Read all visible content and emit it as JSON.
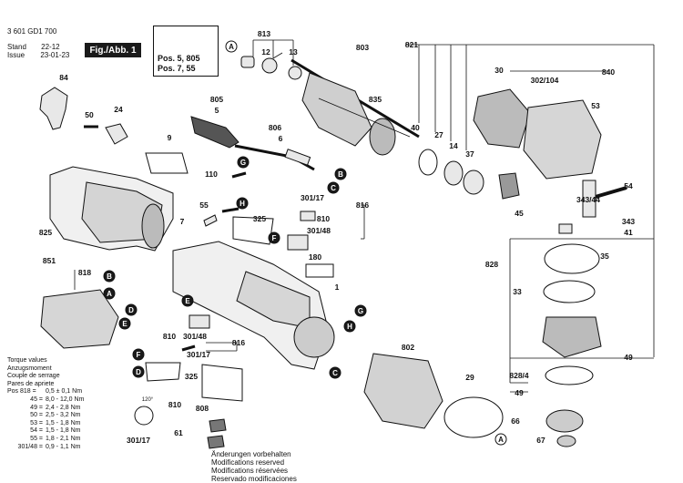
{
  "header": {
    "doc_number": "3 601 GD1 700",
    "stand_label": "Stand",
    "issue_label": "Issue",
    "stand_value": "22-12",
    "issue_value": "23-01-23"
  },
  "fig_label": "Fig./Abb. 1",
  "warning_box": {
    "line1": "Pos. 5, 805",
    "line2": "Pos. 7, 55"
  },
  "torque": {
    "title_lines": [
      "Torque values",
      "Anzugsmoment",
      "Couple de serrage",
      "Pares de apriete"
    ],
    "rows": [
      {
        "pos": "Pos 818 =",
        "val": "0,5 ± 0,1 Nm"
      },
      {
        "pos": "45 =",
        "val": "8,0 - 12,0 Nm"
      },
      {
        "pos": "49 =",
        "val": "2,4 - 2,8 Nm"
      },
      {
        "pos": "50 =",
        "val": "2,5 - 3,2 Nm"
      },
      {
        "pos": "53 =",
        "val": "1,5 - 1,8 Nm"
      },
      {
        "pos": "54 =",
        "val": "1,5 - 1,8 Nm"
      },
      {
        "pos": "55 =",
        "val": "1,8 - 2,1 Nm"
      },
      {
        "pos": "301/48 =",
        "val": "0,9 - 1,1 Nm"
      }
    ]
  },
  "notice_lines": [
    "Änderungen vorbehalten",
    "Modifications reserved",
    "Modifications réservées",
    "Reservado modificaciones"
  ],
  "angle_label": "120°",
  "part_labels": [
    {
      "text": "84"
    },
    {
      "text": "50"
    },
    {
      "text": "24"
    },
    {
      "text": "9"
    },
    {
      "text": "825"
    },
    {
      "text": "851"
    },
    {
      "text": "818"
    },
    {
      "text": "813"
    },
    {
      "text": "12"
    },
    {
      "text": "13"
    },
    {
      "text": "805"
    },
    {
      "text": "5"
    },
    {
      "text": "806"
    },
    {
      "text": "6"
    },
    {
      "text": "803"
    },
    {
      "text": "835"
    },
    {
      "text": "110"
    },
    {
      "text": "55"
    },
    {
      "text": "7"
    },
    {
      "text": "325"
    },
    {
      "text": "301/17"
    },
    {
      "text": "810"
    },
    {
      "text": "301/48"
    },
    {
      "text": "816"
    },
    {
      "text": "180"
    },
    {
      "text": "1"
    },
    {
      "text": "821"
    },
    {
      "text": "40"
    },
    {
      "text": "27"
    },
    {
      "text": "14"
    },
    {
      "text": "37"
    },
    {
      "text": "30"
    },
    {
      "text": "840"
    },
    {
      "text": "302/104"
    },
    {
      "text": "53"
    },
    {
      "text": "54"
    },
    {
      "text": "343/44"
    },
    {
      "text": "343"
    },
    {
      "text": "45"
    },
    {
      "text": "41"
    },
    {
      "text": "828"
    },
    {
      "text": "35"
    },
    {
      "text": "33"
    },
    {
      "text": "49"
    },
    {
      "text": "828/4"
    },
    {
      "text": "49"
    },
    {
      "text": "66"
    },
    {
      "text": "67"
    },
    {
      "text": "29"
    },
    {
      "text": "802"
    },
    {
      "text": "810"
    },
    {
      "text": "301/48"
    },
    {
      "text": "816"
    },
    {
      "text": "301/17"
    },
    {
      "text": "325"
    },
    {
      "text": "810"
    },
    {
      "text": "808"
    },
    {
      "text": "301/17"
    },
    {
      "text": "61"
    }
  ],
  "callouts": [
    {
      "letter": "A"
    },
    {
      "letter": "B"
    },
    {
      "letter": "A"
    },
    {
      "letter": "B"
    },
    {
      "letter": "C"
    },
    {
      "letter": "D"
    },
    {
      "letter": "E"
    },
    {
      "letter": "F"
    },
    {
      "letter": "G"
    },
    {
      "letter": "H"
    },
    {
      "letter": "F"
    },
    {
      "letter": "D"
    },
    {
      "letter": "E"
    },
    {
      "letter": "C"
    },
    {
      "letter": "G"
    },
    {
      "letter": "H"
    },
    {
      "letter": "A"
    }
  ],
  "colors": {
    "ink": "#111111",
    "part_fill": "#e6e6e6",
    "part_dark": "#3a3a3a",
    "tag_fill": "#1a1a1a"
  }
}
